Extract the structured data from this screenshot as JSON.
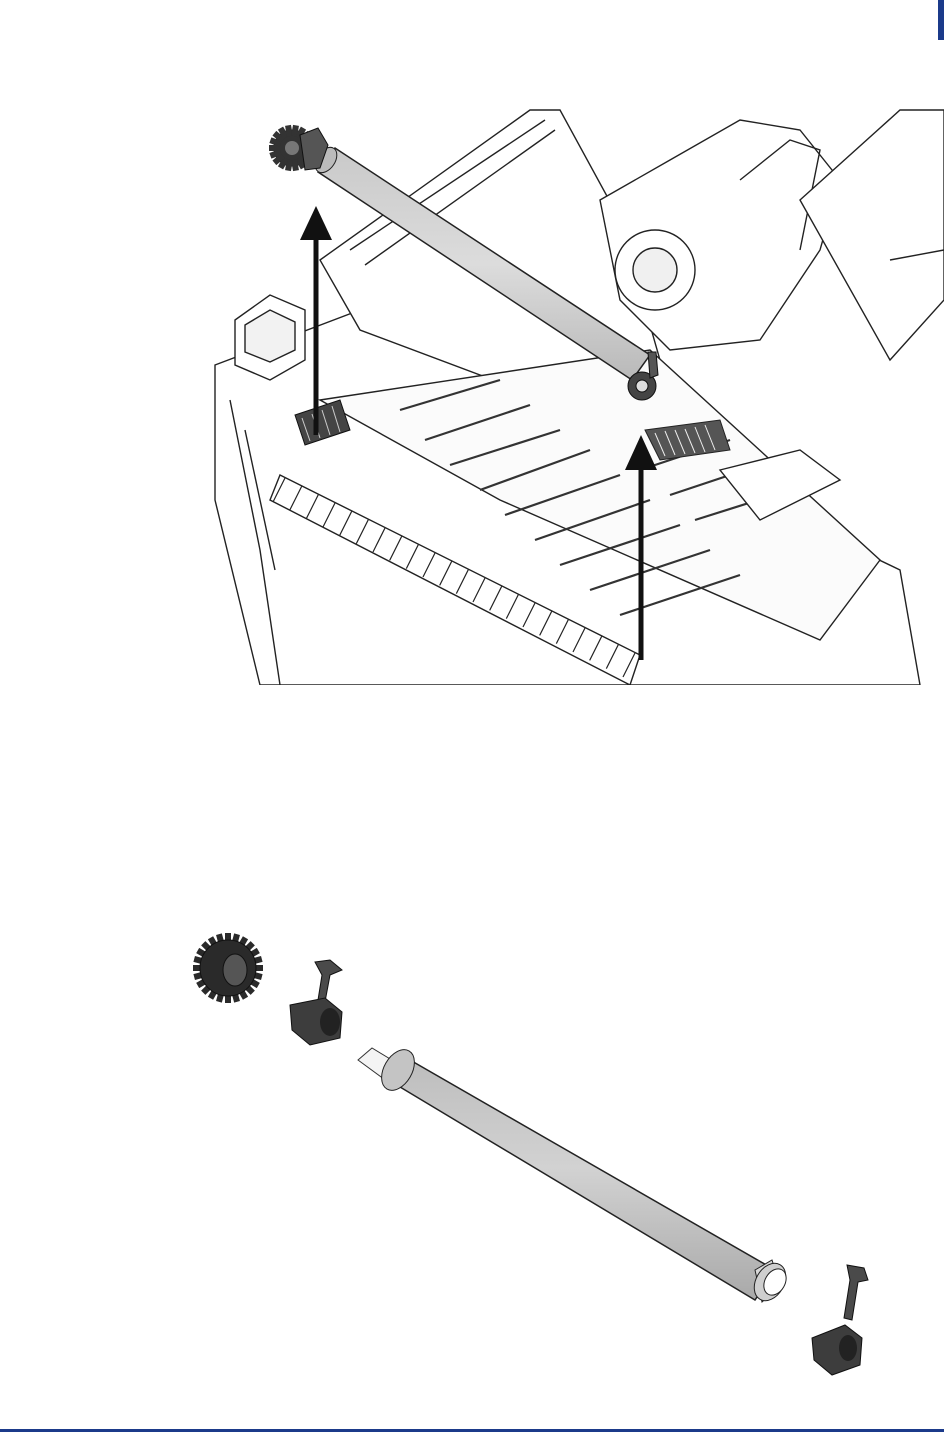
{
  "page": {
    "accent_color": "#1b3a8a"
  },
  "figures": [
    {
      "id": "removal-illustration",
      "icons": [
        "platen-roller",
        "drive-gear",
        "roller-bearing",
        "up-arrow",
        "up-arrow"
      ]
    },
    {
      "id": "exploded-view-illustration",
      "icons": [
        "drive-gear",
        "roller-bearing",
        "platen-roller",
        "roller-bearing"
      ]
    }
  ]
}
